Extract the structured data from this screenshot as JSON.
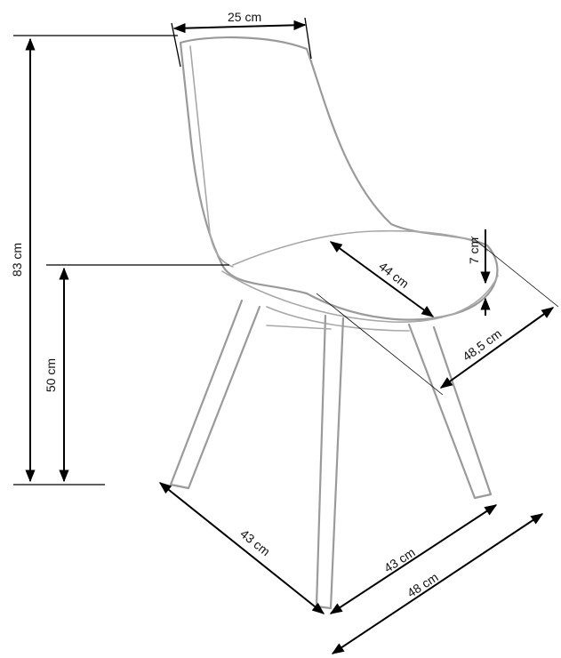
{
  "dimensions": {
    "seat_width_top": "25 cm",
    "total_height": "83 cm",
    "seat_height": "50 cm",
    "seat_depth": "44 cm",
    "cushion_thickness": "7 cm",
    "seat_width": "48,5 cm",
    "leg_span_left": "43 cm",
    "leg_span_right": "43 cm",
    "overall_width": "48 cm"
  },
  "colors": {
    "outline": "#9a9a9a",
    "dimension_lines": "#000000",
    "background": "#ffffff"
  }
}
